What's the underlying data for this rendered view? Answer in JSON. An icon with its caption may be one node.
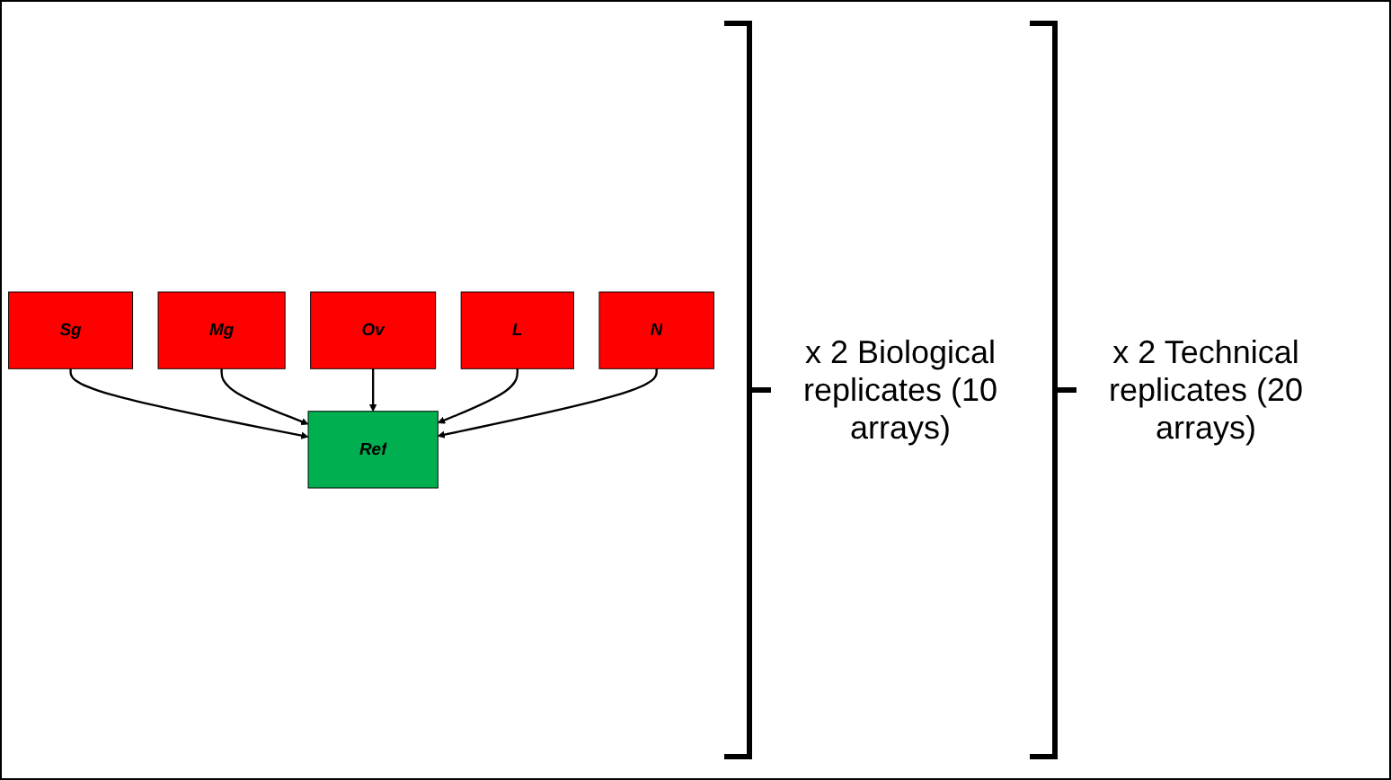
{
  "diagram": {
    "nodes": [
      {
        "text": [
          "Sg"
        ]
      },
      {
        "text": [
          "Mg"
        ]
      },
      {
        "text": [
          "Ov"
        ]
      },
      {
        "text": [
          "Ref"
        ]
      },
      {
        "text": [
          "L"
        ]
      },
      {
        "text": [
          "N"
        ]
      }
    ],
    "edges": [
      {
        "from": 0,
        "to": 3,
        "arrow": "to"
      },
      {
        "from": 1,
        "to": 3,
        "arrow": "to"
      },
      {
        "from": 2,
        "to": 3,
        "arrow": "to"
      },
      {
        "from": 4,
        "to": 3,
        "arrow": "to"
      },
      {
        "from": 5,
        "to": 3,
        "arrow": "to"
      }
    ],
    "labels": [
      "x 2 Biological replicates (10 arrays)",
      "x 2 Technical replicates (20 arrays)"
    ]
  }
}
